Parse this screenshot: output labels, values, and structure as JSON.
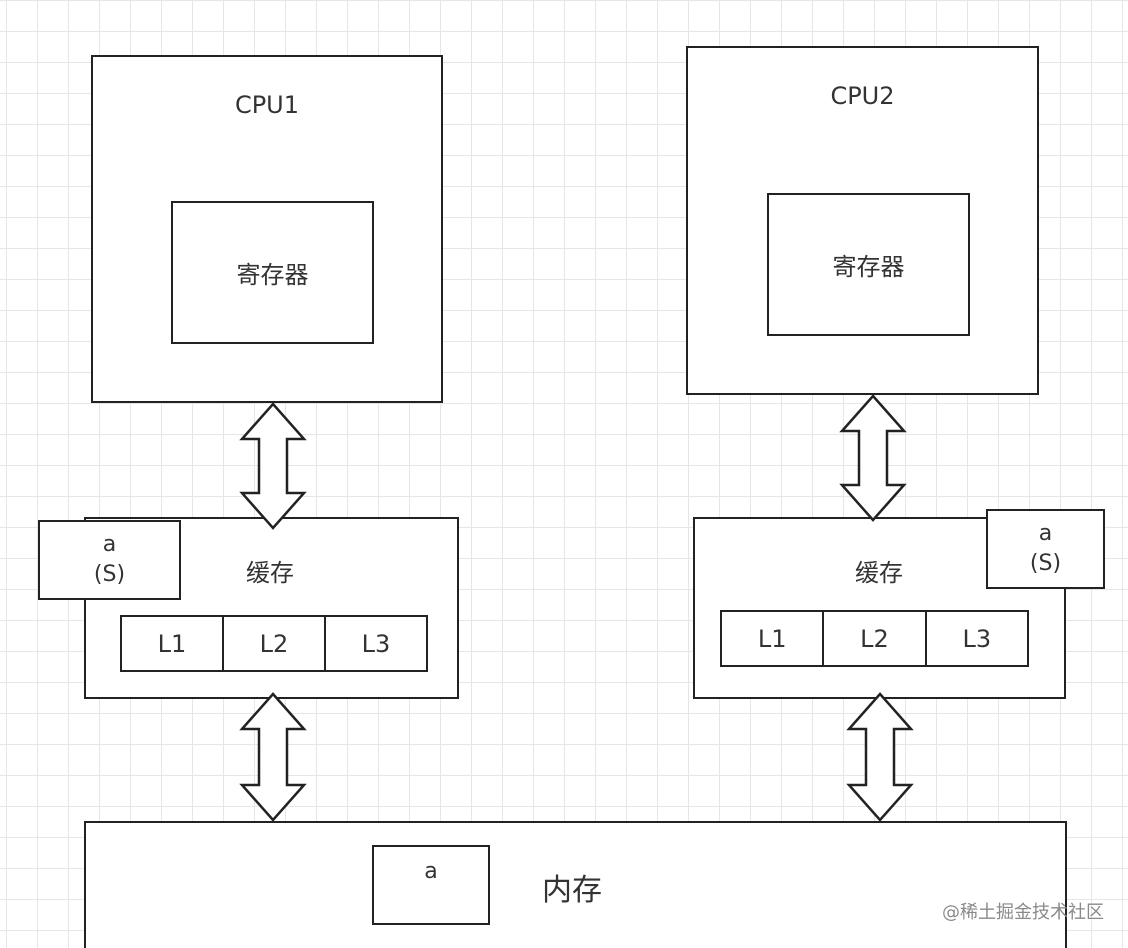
{
  "cpu1": {
    "title": "CPU1",
    "register": "寄存器",
    "cache": {
      "label": "缓存",
      "levels": [
        "L1",
        "L2",
        "L3"
      ],
      "tag": {
        "var": "a",
        "state": "(S)"
      }
    }
  },
  "cpu2": {
    "title": "CPU2",
    "register": "寄存器",
    "cache": {
      "label": "缓存",
      "levels": [
        "L1",
        "L2",
        "L3"
      ],
      "tag": {
        "var": "a",
        "state": "(S)"
      }
    }
  },
  "memory": {
    "label": "内存",
    "var": "a"
  },
  "watermark": "@稀土掘金技术社区"
}
